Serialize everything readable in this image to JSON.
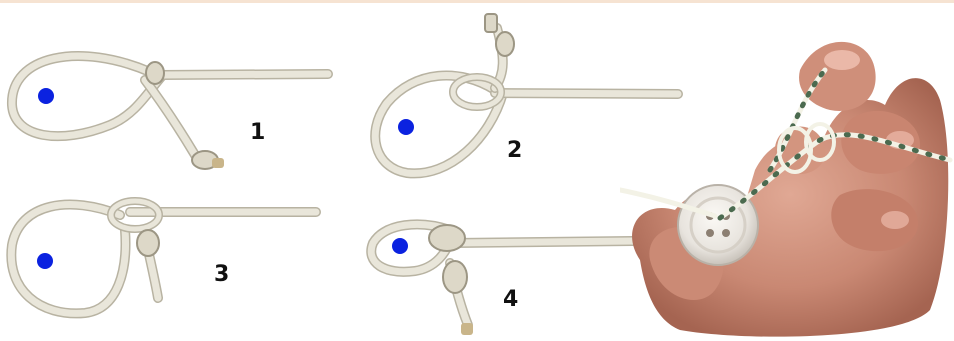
{
  "steps": [
    {
      "number": "1"
    },
    {
      "number": "2"
    },
    {
      "number": "3"
    },
    {
      "number": "4"
    }
  ],
  "colors": {
    "rope": "#e9e6da",
    "rope_shadow": "#b8b3a2",
    "marker": "#0b22e0",
    "skin": "#c98873",
    "button": "#e8e4de",
    "cord": "#f3f2e6",
    "cord_fleck": "#4b6a4f"
  }
}
